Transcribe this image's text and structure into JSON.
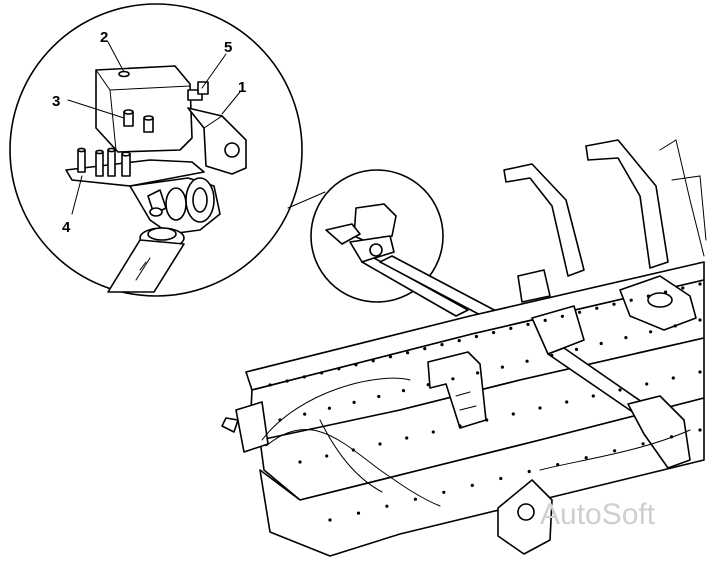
{
  "figure": {
    "callouts": [
      {
        "id": "c1",
        "text": "1"
      },
      {
        "id": "c2",
        "text": "2"
      },
      {
        "id": "c3",
        "text": "3"
      },
      {
        "id": "c4",
        "text": "4"
      },
      {
        "id": "c5",
        "text": "5"
      }
    ],
    "watermark": "AutoSoft"
  },
  "colors": {
    "line": "#000000",
    "background": "#ffffff",
    "watermark": "#cfcfcf"
  }
}
